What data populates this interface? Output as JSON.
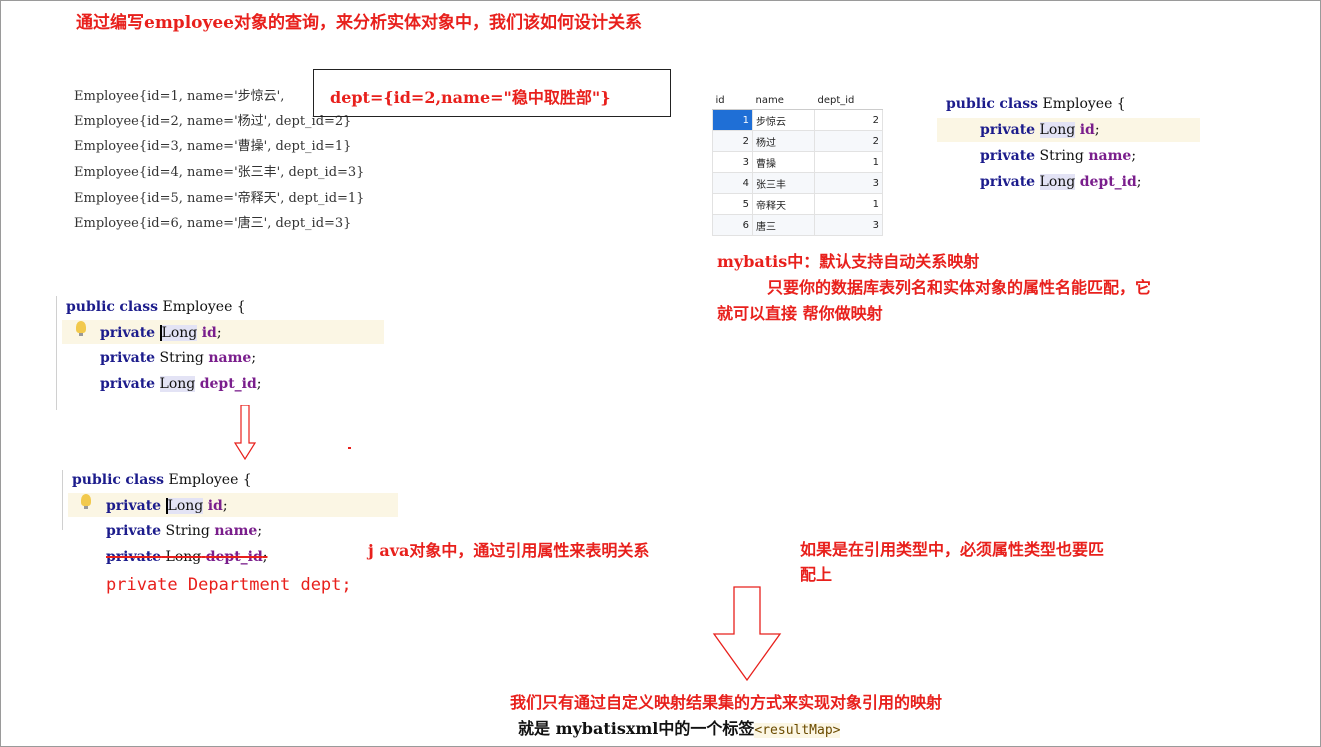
{
  "title": "通过编写employee对象的查询，来分析实体对象中，我们该如何设计关系",
  "output_lines": [
    "Employee{id=1, name='步惊云',",
    "Employee{id=2, name='杨过', dept_id=2}",
    "Employee{id=3, name='曹操', dept_id=1}",
    "Employee{id=4, name='张三丰', dept_id=3}",
    "Employee{id=5, name='帝释天', dept_id=1}",
    "Employee{id=6, name='唐三', dept_id=3}"
  ],
  "boxed_output": "dept={id=2,name=\"稳中取胜部\"}",
  "db_table": {
    "headers": [
      "id",
      "name",
      "dept_id"
    ],
    "rows": [
      [
        "1",
        "步惊云",
        "2"
      ],
      [
        "2",
        "杨过",
        "2"
      ],
      [
        "3",
        "曹操",
        "1"
      ],
      [
        "4",
        "张三丰",
        "3"
      ],
      [
        "5",
        "帝释天",
        "1"
      ],
      [
        "6",
        "唐三",
        "3"
      ]
    ]
  },
  "code": {
    "public": "public",
    "class": "class",
    "classname": "Employee {",
    "private": "private",
    "long": "Long",
    "string": "String",
    "id": "id",
    "name": "name",
    "dept_id": "dept_id",
    "semi": ";",
    "department_line": "private Department dept;"
  },
  "notes": {
    "mybatis_title": "mybatis中：默认支持自动关系映射",
    "mybatis_body_1": "只要你的数据库表列名和实体对象的属性名能匹配，它",
    "mybatis_body_2": "就可以直接 帮你做映射",
    "java_ref": "j ava对象中，通过引用属性来表明关系",
    "ref_type_1": "如果是在引用类型中，必须属性类型也要匹",
    "ref_type_2": "配上",
    "bottom_red": "我们只有通过自定义映射结果集的方式来实现对象引用的映射",
    "bottom_black_prefix": "就是 mybatisxml中的一个标签",
    "result_map": "<resultMap>"
  }
}
